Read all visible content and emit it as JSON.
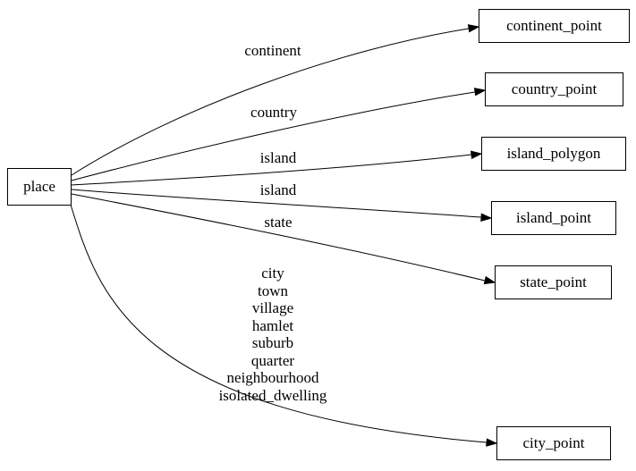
{
  "diagram": {
    "type": "directed-graph",
    "background": "#ffffff",
    "node_border_color": "#000000",
    "edge_color": "#000000",
    "nodes": [
      {
        "id": "place",
        "label": "place"
      },
      {
        "id": "continent_point",
        "label": "continent_point"
      },
      {
        "id": "country_point",
        "label": "country_point"
      },
      {
        "id": "island_polygon",
        "label": "island_polygon"
      },
      {
        "id": "island_point",
        "label": "island_point"
      },
      {
        "id": "state_point",
        "label": "state_point"
      },
      {
        "id": "city_point",
        "label": "city_point"
      }
    ],
    "edges": [
      {
        "from": "place",
        "to": "continent_point",
        "label": "continent"
      },
      {
        "from": "place",
        "to": "country_point",
        "label": "country"
      },
      {
        "from": "place",
        "to": "island_polygon",
        "label": "island"
      },
      {
        "from": "place",
        "to": "island_point",
        "label": "island"
      },
      {
        "from": "place",
        "to": "state_point",
        "label": "state"
      },
      {
        "from": "place",
        "to": "city_point",
        "label": "city\ntown\nvillage\nhamlet\nsuburb\nquarter\nneighbourhood\nisolated_dwelling"
      }
    ]
  }
}
